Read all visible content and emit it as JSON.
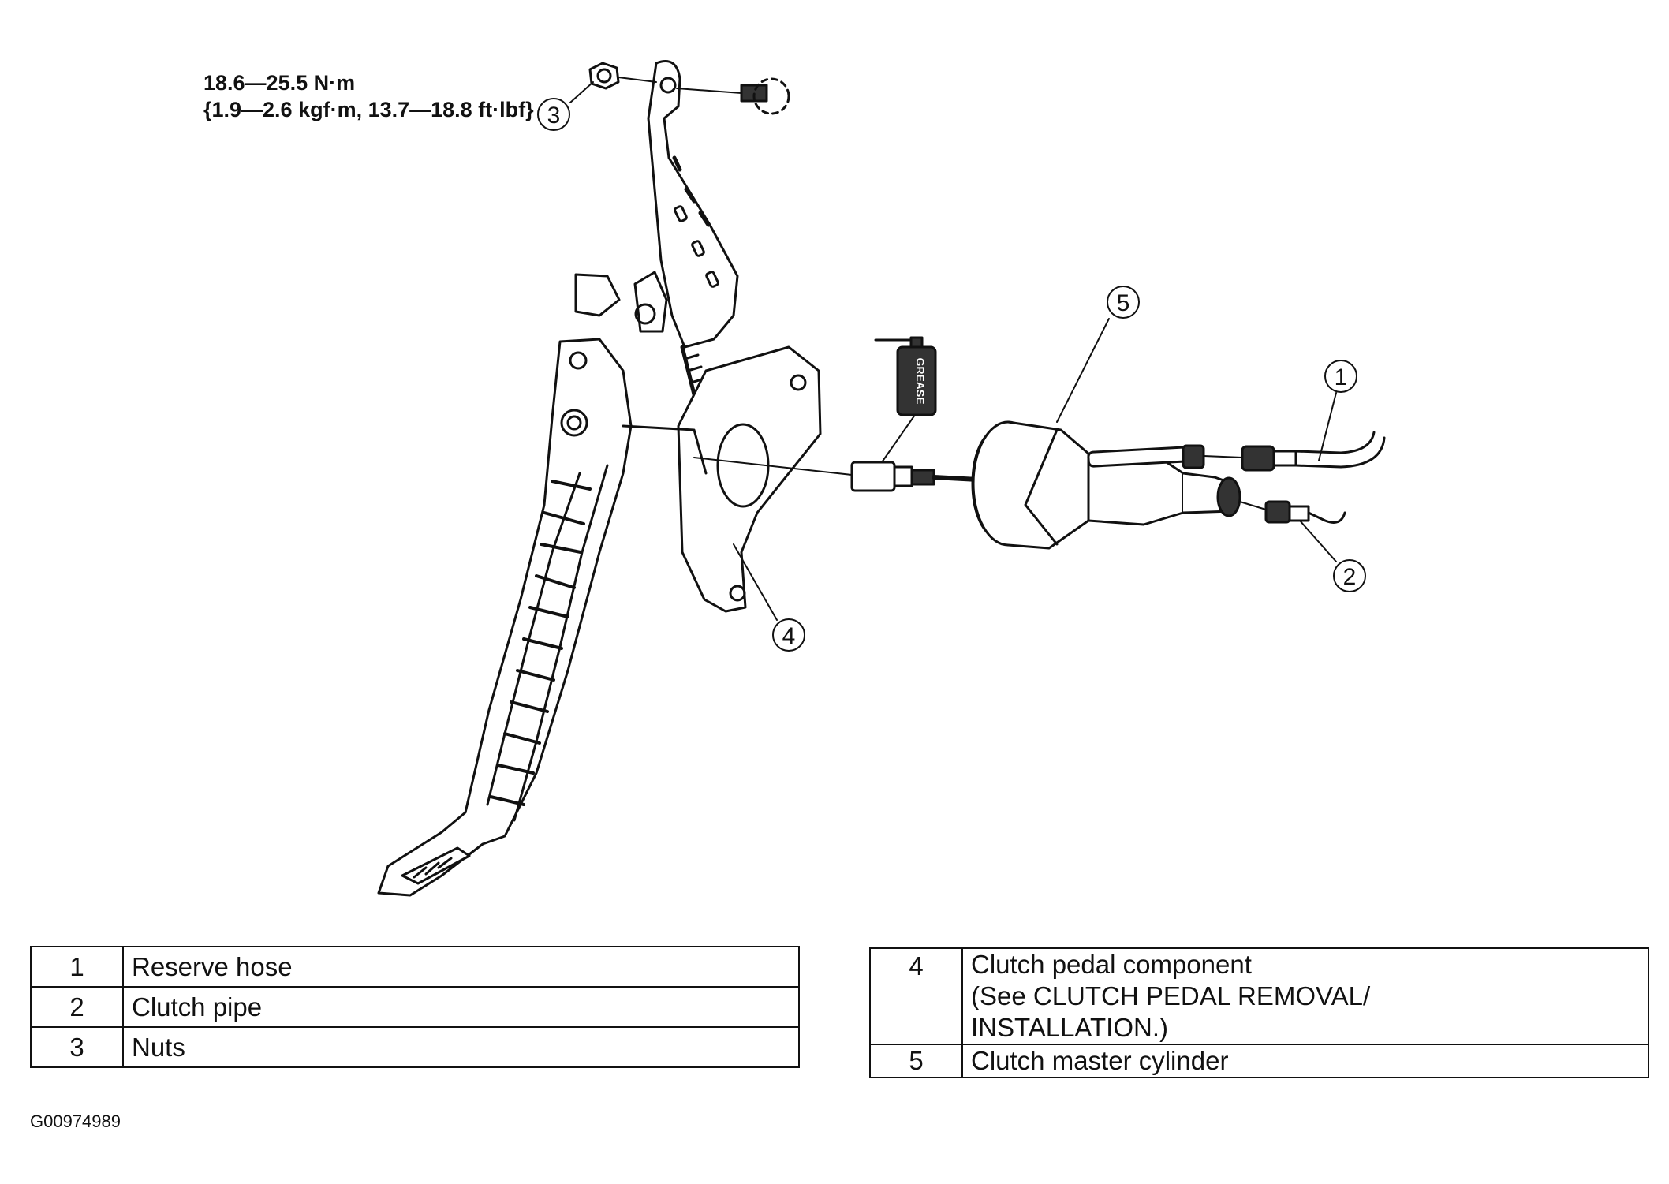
{
  "torque_spec": {
    "line1": "18.6—25.5 N·m",
    "line2": "{1.9—2.6 kgf·m, 13.7—18.8 ft·lbf}"
  },
  "grease_label": "GREASE",
  "callouts": [
    "1",
    "2",
    "3",
    "4",
    "5"
  ],
  "legend_left": [
    {
      "num": "1",
      "text": "Reserve hose"
    },
    {
      "num": "2",
      "text": "Clutch pipe"
    },
    {
      "num": "3",
      "text": "Nuts"
    }
  ],
  "legend_right": [
    {
      "num": "4",
      "text": "Clutch pedal component\n(See CLUTCH PEDAL REMOVAL/\nINSTALLATION.)"
    },
    {
      "num": "5",
      "text": "Clutch master cylinder"
    }
  ],
  "figure_id": "G00974989"
}
